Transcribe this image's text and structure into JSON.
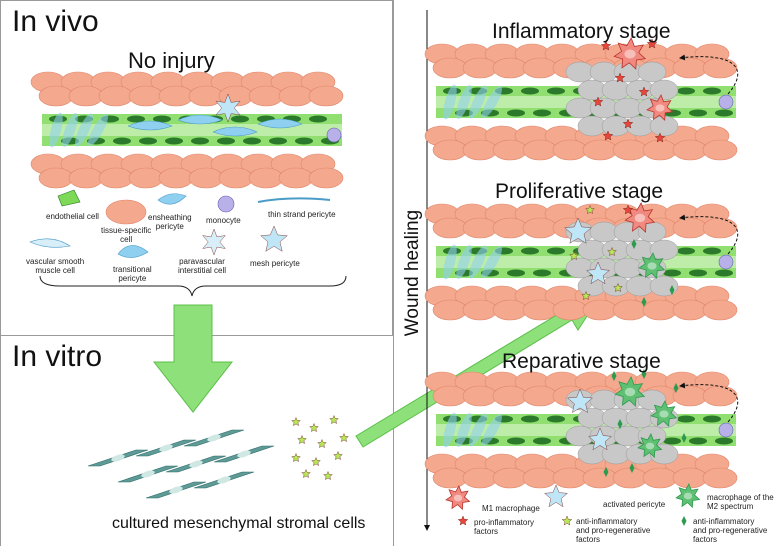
{
  "sections": {
    "in_vivo": "In vivo",
    "in_vitro": "In vitro",
    "no_injury": "No injury",
    "wound_healing": "Wound healing",
    "cultured": "cultured mesenchymal stromal cells"
  },
  "stages": [
    "Inflammatory stage",
    "Proliferative stage",
    "Reparative stage"
  ],
  "cell_labels": {
    "endothelial": "endothelial cell",
    "tissue_specific": [
      "tissue-specific",
      "cell"
    ],
    "ensheathing": [
      "ensheathing",
      "pericyte"
    ],
    "monocyte": "monocyte",
    "thin_strand": "thin strand pericyte",
    "vsmc": [
      "vascular smooth",
      "muscle cell"
    ],
    "transitional": [
      "transitional",
      "pericyte"
    ],
    "paravascular": [
      "paravascular",
      "interstitial cell"
    ],
    "mesh": "mesh pericyte"
  },
  "legend": {
    "m1": "M1 macrophage",
    "activated": "activated pericyte",
    "m2": [
      "macrophage of the",
      "M2 spectrum"
    ],
    "pro_inflammatory": [
      "pro-inflammatory",
      "factors"
    ],
    "anti_inflammatory_star": [
      "anti-inflammatory",
      "and pro-regenerative",
      "factors"
    ],
    "anti_inflammatory_diamond": [
      "anti-inflammatory",
      "and pro-regenerative",
      "factors"
    ]
  },
  "colors": {
    "tissue": "#f4a98e",
    "endothelium": "#7ed957",
    "pericyte": "#8fd0f0",
    "m1": "#e8463a",
    "m2": "#2e9a4e",
    "msc": "#5e9a96",
    "arrow": "#8ee07a",
    "grey_cell": "#c8c8c8"
  }
}
